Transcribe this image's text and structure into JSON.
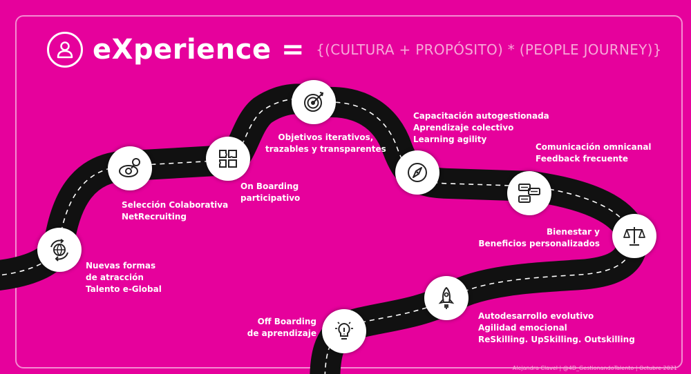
{
  "header": {
    "title": "eXperience =",
    "formula": "{(CULTURA + PROPÓSITO) * (PEOPLE JOURNEY)}",
    "icon": "person-icon"
  },
  "stages": [
    {
      "icon": "globe-cycle-icon",
      "lines": [
        "Nuevas formas",
        "de atracción",
        "Talento e-Global"
      ]
    },
    {
      "icon": "eye-selection-icon",
      "lines": [
        "Selección Colaborativa",
        "NetRecruiting"
      ]
    },
    {
      "icon": "puzzle-icon",
      "lines": [
        "On Boarding",
        "participativo"
      ]
    },
    {
      "icon": "target-icon",
      "lines": [
        "Objetivos iterativos,",
        "trazables y transparentes"
      ]
    },
    {
      "icon": "compass-icon",
      "lines": [
        "Capacitación autogestionada",
        "Aprendizaje colectivo",
        "Learning agility"
      ]
    },
    {
      "icon": "chat-bubbles-icon",
      "lines": [
        "Comunicación omnicanal",
        "Feedback frecuente"
      ]
    },
    {
      "icon": "balance-scale-icon",
      "lines": [
        "Bienestar y",
        "Beneficios personalizados"
      ]
    },
    {
      "icon": "rocket-icon",
      "lines": [
        "Autodesarrollo evolutivo",
        "Agilidad emocional",
        "ReSkilling. UpSkilling. Outskilling"
      ]
    },
    {
      "icon": "lightbulb-icon",
      "lines": [
        "Off Boarding",
        "de aprendizaje"
      ]
    }
  ],
  "footer": "Alejandra Clavel  | @4D_GestionandoTalento | Octubre 2021",
  "colors": {
    "background": "#e6019c",
    "road": "#111111",
    "text": "#ffffff",
    "formula": "#f7a8d9"
  }
}
